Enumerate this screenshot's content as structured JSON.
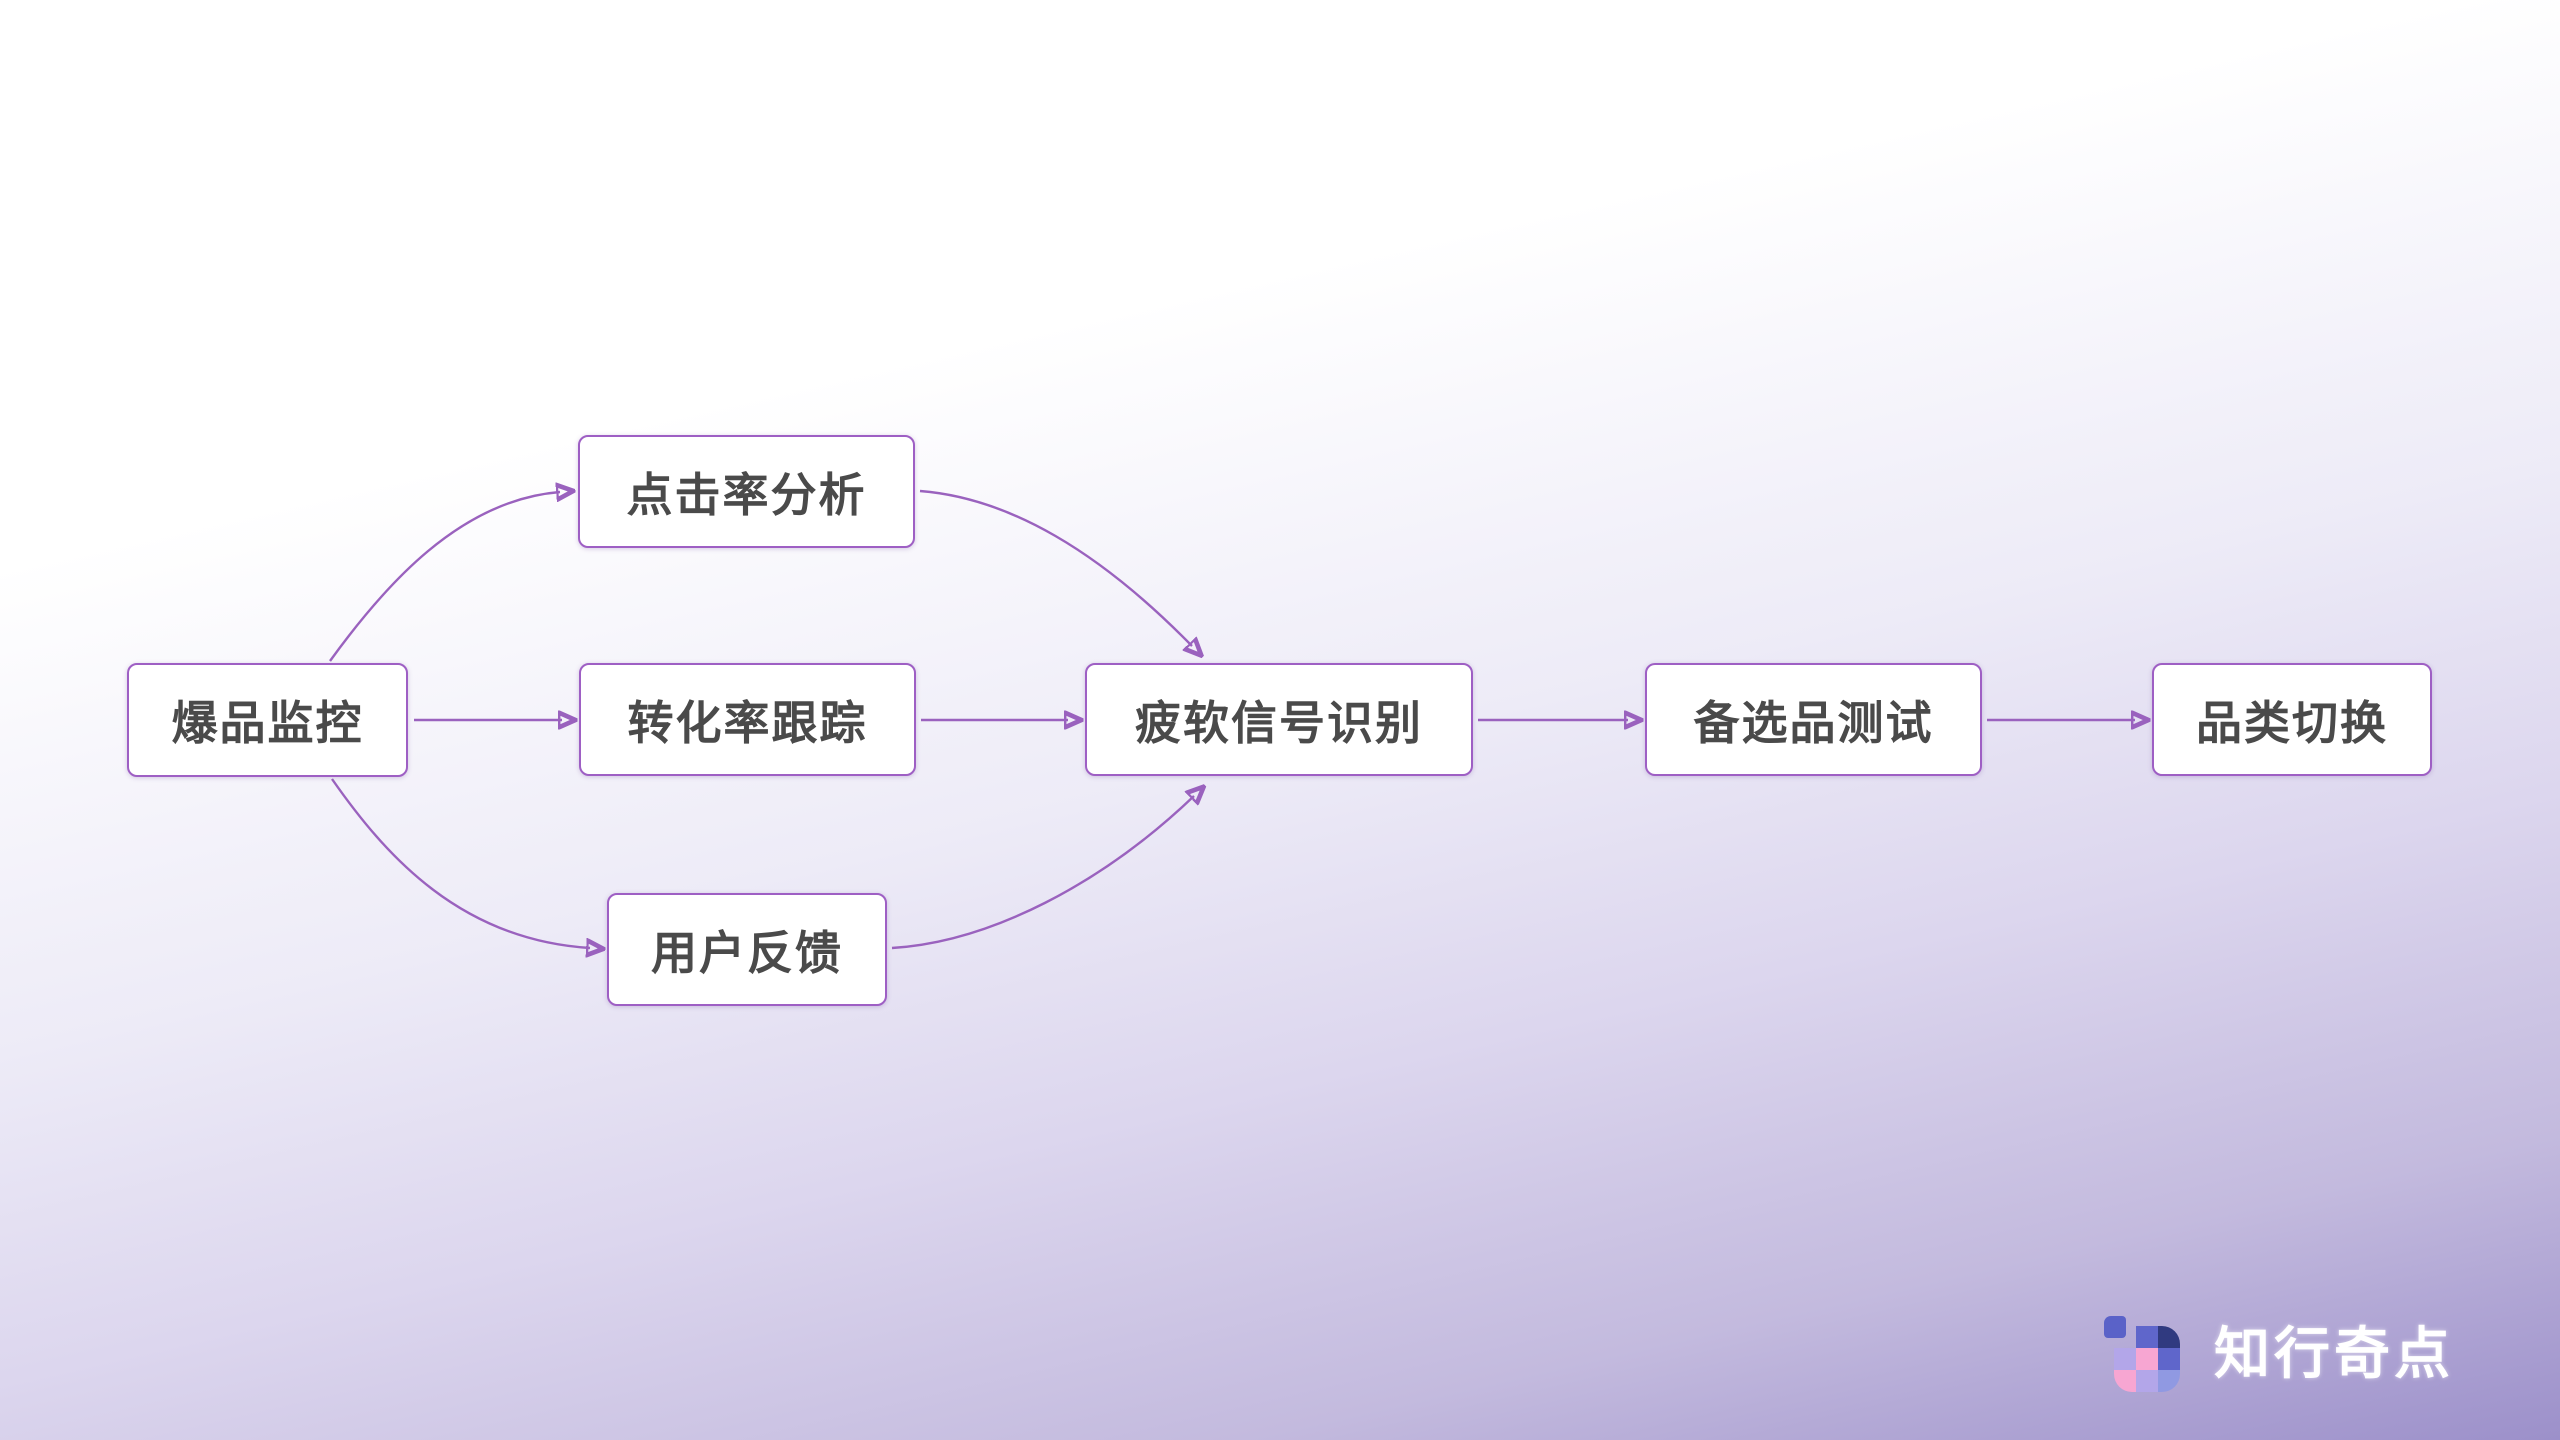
{
  "diagram": {
    "nodes": [
      {
        "id": "hot-product-monitoring",
        "label": "爆品监控"
      },
      {
        "id": "ctr-analysis",
        "label": "点击率分析"
      },
      {
        "id": "conversion-tracking",
        "label": "转化率跟踪"
      },
      {
        "id": "user-feedback",
        "label": "用户反馈"
      },
      {
        "id": "weak-signal-detection",
        "label": "疲软信号识别"
      },
      {
        "id": "alternative-testing",
        "label": "备选品测试"
      },
      {
        "id": "category-switch",
        "label": "品类切换"
      }
    ],
    "edges": [
      {
        "from": "爆品监控",
        "to": "点击率分析"
      },
      {
        "from": "爆品监控",
        "to": "转化率跟踪"
      },
      {
        "from": "爆品监控",
        "to": "用户反馈"
      },
      {
        "from": "点击率分析",
        "to": "疲软信号识别"
      },
      {
        "from": "转化率跟踪",
        "to": "疲软信号识别"
      },
      {
        "from": "用户反馈",
        "to": "疲软信号识别"
      },
      {
        "from": "疲软信号识别",
        "to": "备选品测试"
      },
      {
        "from": "备选品测试",
        "to": "品类切换"
      }
    ],
    "colors": {
      "node_border": "#9e5fc4",
      "node_background": "#ffffff",
      "node_text": "#4a4a4a",
      "edge_stroke": "#9a62be",
      "arrowhead": "#8d4db3",
      "background_top_left": "#ffffff",
      "background_bottom_right": "#9c90ca"
    }
  },
  "watermark": {
    "brand": "知行奇点",
    "icon": "grid-logo-icon",
    "icon_colors": [
      "#5a62c8",
      "#5f66cb",
      "#303a80",
      "#b3a6e9",
      "#f7a6d2",
      "#9099e2"
    ]
  }
}
